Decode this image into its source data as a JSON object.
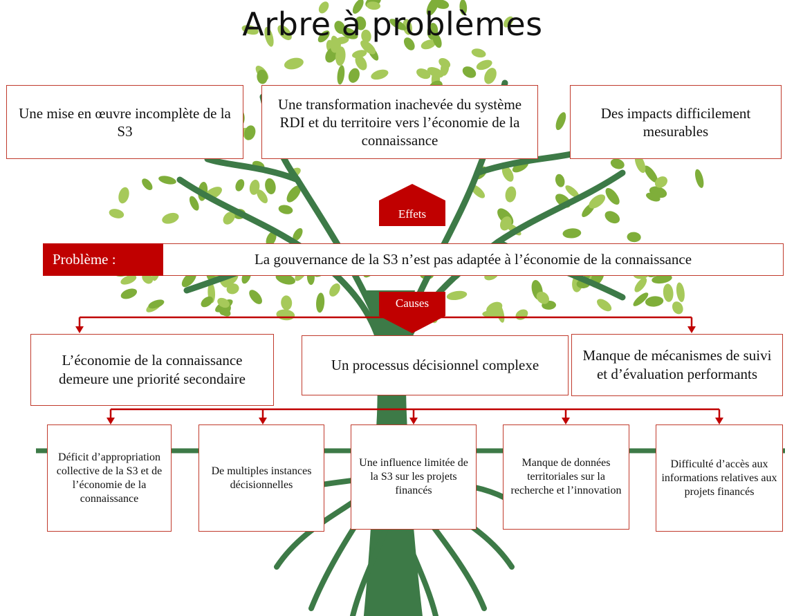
{
  "title": "Arbre à problèmes",
  "effects_tag": "Effets",
  "causes_tag": "Causes",
  "effects": [
    "Une mise en œuvre incomplète de la S3",
    "Une transformation inachevée du système RDI et du territoire vers l’économie de la connaissance",
    "Des impacts difficilement mesurables"
  ],
  "problem": {
    "label": "Problème :",
    "text": "La gouvernance de la S3 n’est pas adaptée à l’économie de la connaissance"
  },
  "causes": [
    "L’économie de la connaissance demeure une priorité secondaire",
    "Un processus décisionnel complexe",
    "Manque de mécanismes de suivi et d’évaluation performants"
  ],
  "sub_causes": [
    "Déficit d’appropriation collective de la S3 et de l’économie de la connaissance",
    "De multiples instances décisionnelles",
    "Une influence limitée de la S3 sur les projets financés",
    "Manque de données territoriales sur la recherche et l’innovation",
    "Difficulté d’accès aux informations relatives aux projets financés"
  ],
  "colors": {
    "accent": "#c00000",
    "box_border": "#c0392b",
    "trunk": "#3d7a47",
    "leaf": "#a6c95a",
    "leaf_dark": "#7fae3a"
  }
}
